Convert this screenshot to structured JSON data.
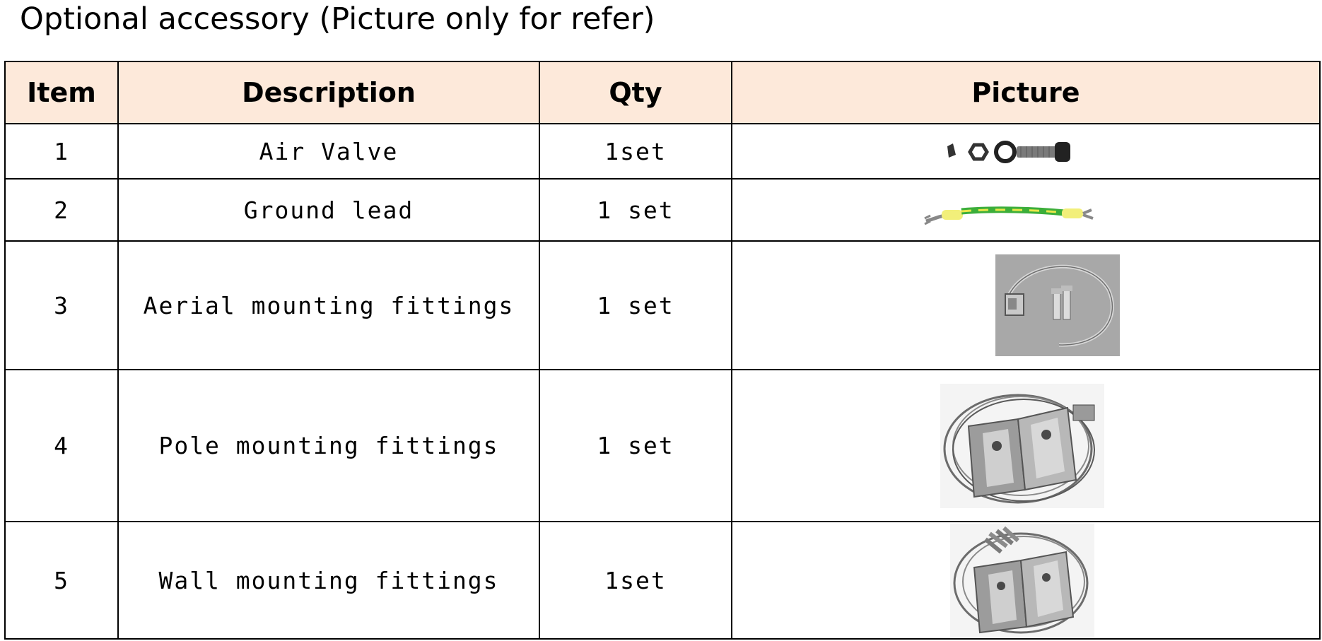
{
  "title": "Optional accessory  (Picture only for refer)",
  "columns": {
    "item": "Item",
    "description": "Description",
    "qty": "Qty",
    "picture": "Picture"
  },
  "rows": [
    {
      "item": "1",
      "description": "Air Valve",
      "qty": "1set",
      "picture_icon": "air-valve-parts-icon"
    },
    {
      "item": "2",
      "description": "Ground lead",
      "qty": "1 set",
      "picture_icon": "ground-lead-cable-icon"
    },
    {
      "item": "3",
      "description": "Aerial mounting fittings",
      "qty": "1 set",
      "picture_icon": "aerial-mounting-fittings-photo"
    },
    {
      "item": "4",
      "description": "Pole mounting fittings",
      "qty": "1 set",
      "picture_icon": "pole-mounting-fittings-photo"
    },
    {
      "item": "5",
      "description": "Wall mounting fittings",
      "qty": "1set",
      "picture_icon": "wall-mounting-fittings-photo"
    }
  ],
  "colors": {
    "header_bg": "#fde9da",
    "border": "#000000",
    "ground_lead_green": "#3cae3a",
    "ground_lead_yellow": "#f2ef7a",
    "photo_bg": "#a8a8a8"
  }
}
